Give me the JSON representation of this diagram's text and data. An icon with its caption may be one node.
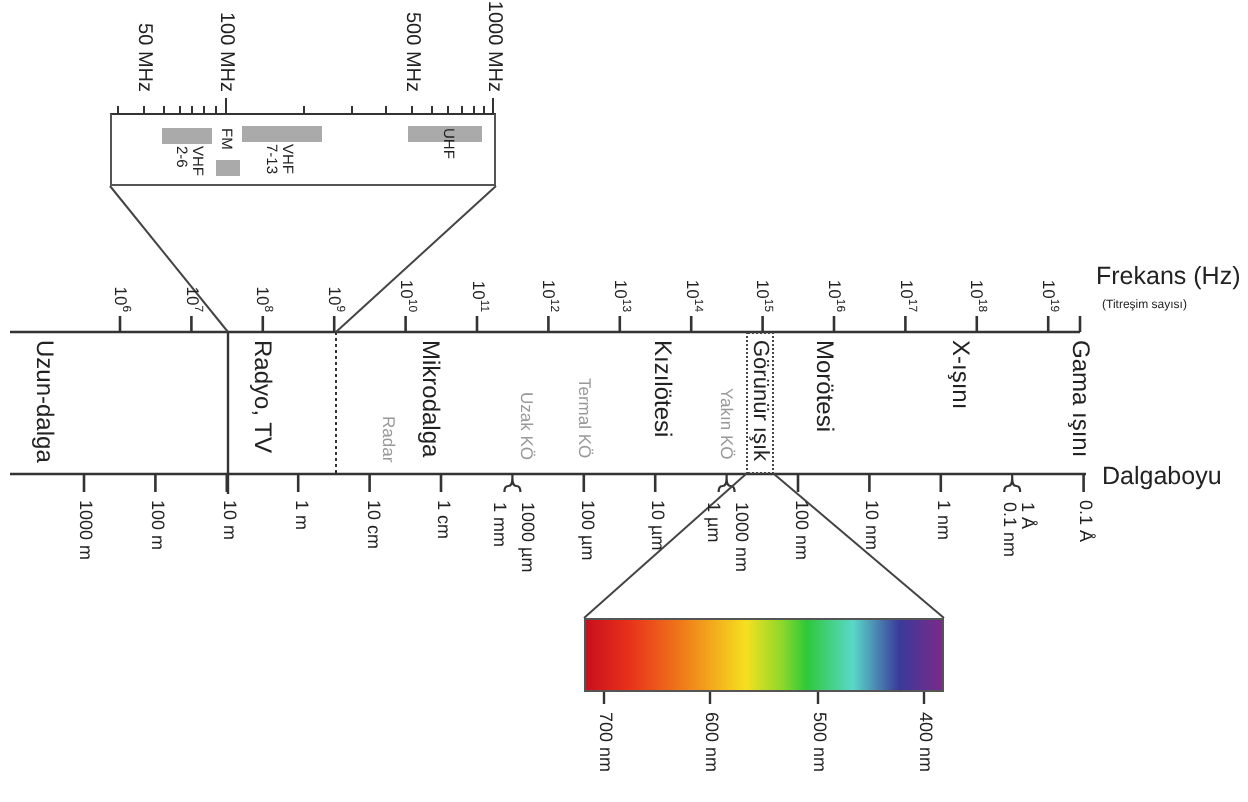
{
  "diagram": {
    "nodes": [
      {
        "text": [
          "VHF 2-6",
          "FM",
          "VHF 7-13",
          "UHF"
        ]
      },
      {
        "text": [],
        "shape": "bar"
      },
      {
        "text": [
          "Görünür ışık"
        ]
      }
    ],
    "edges": [
      {
        "from": null,
        "to": 0,
        "arrow": "none"
      },
      {
        "from": null,
        "to": 0,
        "arrow": "none"
      },
      {
        "from": 2,
        "to": 1,
        "arrow": "none"
      },
      {
        "from": 2,
        "to": 1,
        "arrow": "none"
      }
    ],
    "labels": [
      "50 MHz",
      "100 MHz",
      "500 MHz",
      "1000 MHz",
      "10$^{6}$",
      "10$^{7}$",
      "10$^{8}$",
      "10$^{9}$",
      "10$^{10}$",
      "10$^{11}$",
      "10$^{12}$",
      "10$^{13}$",
      "10$^{14}$",
      "10$^{15}$",
      "10$^{16}$",
      "10$^{17}$",
      "10$^{18}$",
      "10$^{19}$",
      "Frekans (Hz)",
      "(Titreşim sayısı)",
      "Uzun-dalga",
      "Radyo, TV",
      "Mikrodalga",
      "Radar",
      "Uzak KÖ",
      "Termal KÖ",
      "Kızılötesi",
      "Yakın KÖ",
      "Morötesi",
      "X-ışını",
      "Gama ışını",
      "Dalgaboyu",
      "1000 m",
      "100 m",
      "10 m",
      "1 m",
      "10 cm",
      "1 cm",
      "1000 µm",
      "1 mm",
      "100 µm",
      "10 µm",
      "1000 nm",
      "1 µm",
      "100 nm",
      "10 nm",
      "1 nm",
      "1 Å",
      "0.1 nm",
      "0.1 Å",
      "700 nm",
      "600 nm",
      "500 nm",
      "400 nm"
    ]
  }
}
